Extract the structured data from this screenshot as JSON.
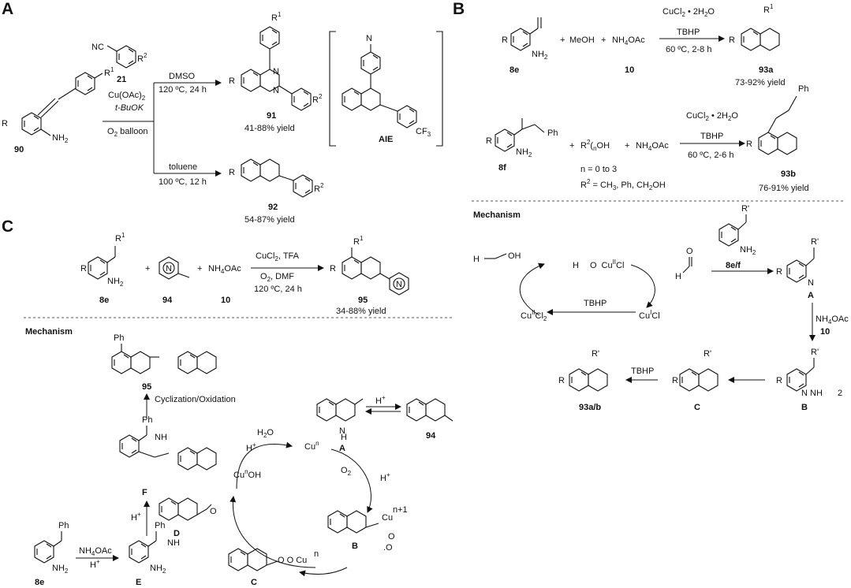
{
  "panels": {
    "a": "A",
    "b": "B",
    "c": "C"
  },
  "a": {
    "r1": "R",
    "r1_sup": "1",
    "r": "R",
    "nh2": "NH",
    "nh2_sub": "2",
    "c90": "90",
    "nc": "NC",
    "r2": "R",
    "r2_sup": "2",
    "c21": "21",
    "cu": "Cu(OAc)",
    "cu_sub": "2",
    "base": "t-BuOK",
    "o2": "O",
    "o2_sub": "2",
    "o2_rest": " balloon",
    "top_solv": "DMSO",
    "top_cond": "120 ºC, 24 h",
    "bot_solv": "toluene",
    "bot_cond": "100 ºC, 12 h",
    "c91": "91",
    "y91": "41-88% yield",
    "c92": "92",
    "y92": "54-87% yield",
    "aie": "AIE",
    "cf3": "CF",
    "cf3_sub": "3"
  },
  "b": {
    "c8e": "8e",
    "meoh": "MeOH",
    "nh4oac": "NH",
    "nh4oac_sub": "4",
    "nh4oac_rest": "OAc",
    "c10": "10",
    "cat1": "CuCl",
    "cat1_sub": "2",
    "cat1_rest": " • 2H",
    "cat1_sub2": "2",
    "cat1_rest2": "O",
    "ox": "TBHP",
    "cond1": "60 ºC, 2-8 h",
    "c93a": "93a",
    "y93a": "73-92% yield",
    "c8f": "8f",
    "ph": "Ph",
    "roh": "OH",
    "n_range": "n = 0 to 3",
    "r2_def": " = CH",
    "r2_def2": ", Ph, CH",
    "r2_def3": "OH",
    "cond2": "60 ºC, 2-6 h",
    "c93b": "93b",
    "y93b": "76-91% yield",
    "mech": "Mechanism",
    "cu2cl2": "Cu",
    "cu2cl2_sup": "II",
    "cu2cl2_rest": "Cl",
    "cu2cl2_sub": "2",
    "cucl": "Cu",
    "cucl_sup": "I",
    "cucl_rest": "Cl",
    "cuiicl": "Cu",
    "cuiicl_sup": "II",
    "cuiicl_rest": "Cl",
    "c8ef": "8e/f",
    "iA": "A",
    "iB": "B",
    "iC": "C",
    "c93ab": "93a/b",
    "oac10": "10"
  },
  "c": {
    "c8e": "8e",
    "c94": "94",
    "c10": "10",
    "c95": "95",
    "cat": "CuCl",
    "cat_sub": "2",
    "cat_rest": ", TFA",
    "o2": "O",
    "o2_sub": "2",
    "o2_rest": ", DMF",
    "cond": "120 ºC, 24 h",
    "y95": "34-88% yield",
    "mech": "Mechanism",
    "ph": "Ph",
    "cyc": "Cyclization/Oxidation",
    "hplus": "H",
    "plus": "+",
    "h2o": "H",
    "h2o_sub": "2",
    "h2o_rest": "O",
    "cun": "Cu",
    "cun_sup": "n",
    "cunoh": "Cu",
    "cunoh_sup": "n",
    "cunoh_rest": "OH",
    "cun1": "n+1",
    "iA": "A",
    "iB": "B",
    "iC": "C",
    "iD": "D",
    "iE": "E",
    "iF": "F",
    "nh": "NH",
    "c94b": "94",
    "nh4": "NH",
    "nh4_sub": "4",
    "nh4_rest": "OAc"
  }
}
